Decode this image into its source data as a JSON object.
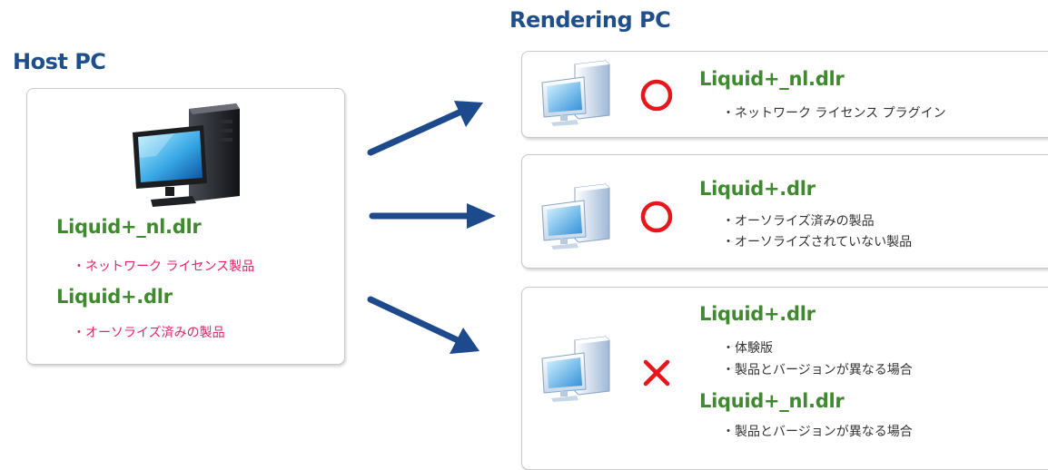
{
  "host": {
    "title": "Host PC",
    "items": [
      {
        "file": "Liquid+_nl.dlr",
        "note": "・ネットワーク ライセンス製品"
      },
      {
        "file": "Liquid+.dlr",
        "note": "・オーソライズ済みの製品"
      }
    ]
  },
  "rendering": {
    "title": "Rendering PC",
    "cards": [
      {
        "status": "○",
        "entries": [
          {
            "file": "Liquid+_nl.dlr",
            "notes": [
              "・ネットワーク ライセンス プラグイン"
            ]
          }
        ]
      },
      {
        "status": "○",
        "entries": [
          {
            "file": "Liquid+.dlr",
            "notes": [
              "・オーソライズ済みの製品",
              "・オーソライズされていない製品"
            ]
          }
        ]
      },
      {
        "status": "×",
        "entries": [
          {
            "file": "Liquid+.dlr",
            "notes": [
              "・体験版",
              "・製品とバージョンが異なる場合"
            ]
          },
          {
            "file": "Liquid+_nl.dlr",
            "notes": [
              "・製品とバージョンが異なる場合"
            ]
          }
        ]
      }
    ]
  },
  "colors": {
    "heading": "#1f4f8b",
    "file": "#3f8a2e",
    "host_note": "#e0226b",
    "ok_mark": "#e8151b",
    "ng_mark": "#e8151b",
    "arrow": "#1d4a8c"
  },
  "icons": {
    "host": "desktop-tower-monitor-icon",
    "client": "client-pc-icon"
  }
}
